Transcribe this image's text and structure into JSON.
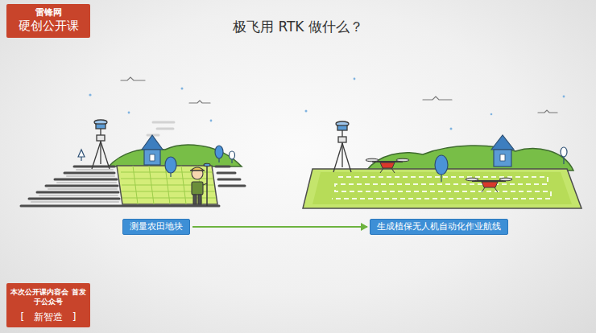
{
  "diagram": {
    "title": "极飞用 RTK 做什么？",
    "nodes": [
      {
        "text": [
          "雷锋网",
          "硬创公开课"
        ]
      },
      {
        "text": [
          "测量农田地块"
        ]
      },
      {
        "text": [
          "生成植保无人机自动化作业航线"
        ]
      },
      {
        "text": [
          "本次公开课内容会 首发于公众号",
          "[ 新智造 ]"
        ]
      }
    ],
    "edges": [
      {
        "from": 1,
        "to": 2,
        "arrow": "to"
      }
    ]
  }
}
